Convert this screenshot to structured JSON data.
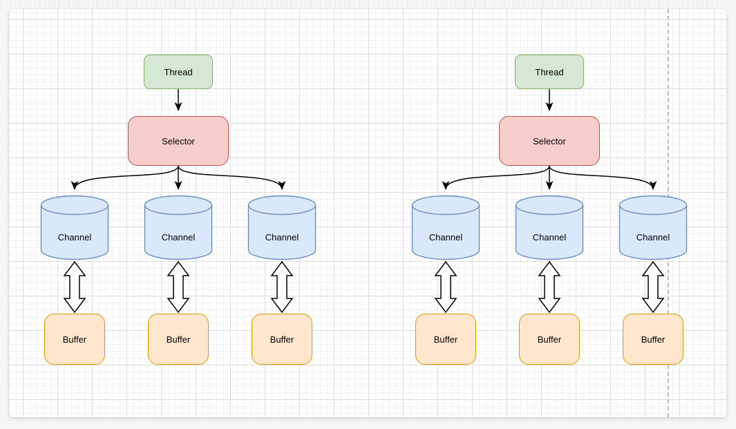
{
  "canvas": {
    "background_color": "#f5f6f7",
    "page_color": "#ffffff",
    "grid_minor_color": "#f1f1f1",
    "grid_major_color": "#dcdcdc",
    "page_break_style": "dashed vertical line"
  },
  "palette": {
    "thread_fill": "#d5e8d4",
    "thread_stroke": "#82b366",
    "selector_fill": "#f8cecc",
    "selector_stroke": "#b85450",
    "channel_fill": "#dae8fc",
    "channel_stroke": "#6c8ebf",
    "buffer_fill": "#ffe6cc",
    "buffer_stroke": "#d79b00",
    "edge_color": "#000000",
    "double_arrow_fill": "#ffffff"
  },
  "diagram": {
    "groups": [
      {
        "id": "left",
        "thread": {
          "label": "Thread"
        },
        "selector": {
          "label": "Selector"
        },
        "channels": [
          {
            "label": "Channel"
          },
          {
            "label": "Channel"
          },
          {
            "label": "Channel"
          }
        ],
        "buffers": [
          {
            "label": "Buffer"
          },
          {
            "label": "Buffer"
          },
          {
            "label": "Buffer"
          }
        ],
        "edges": [
          "thread->selector",
          "selector->channel-0",
          "selector->channel-1",
          "selector->channel-2",
          "channel-0<->buffer-0",
          "channel-1<->buffer-1",
          "channel-2<->buffer-2"
        ]
      },
      {
        "id": "right",
        "thread": {
          "label": "Thread"
        },
        "selector": {
          "label": "Selector"
        },
        "channels": [
          {
            "label": "Channel"
          },
          {
            "label": "Channel"
          },
          {
            "label": "Channel"
          }
        ],
        "buffers": [
          {
            "label": "Buffer"
          },
          {
            "label": "Buffer"
          },
          {
            "label": "Buffer"
          }
        ],
        "edges": [
          "thread->selector",
          "selector->channel-0",
          "selector->channel-1",
          "selector->channel-2",
          "channel-0<->buffer-0",
          "channel-1<->buffer-1",
          "channel-2<->buffer-2"
        ]
      }
    ]
  }
}
